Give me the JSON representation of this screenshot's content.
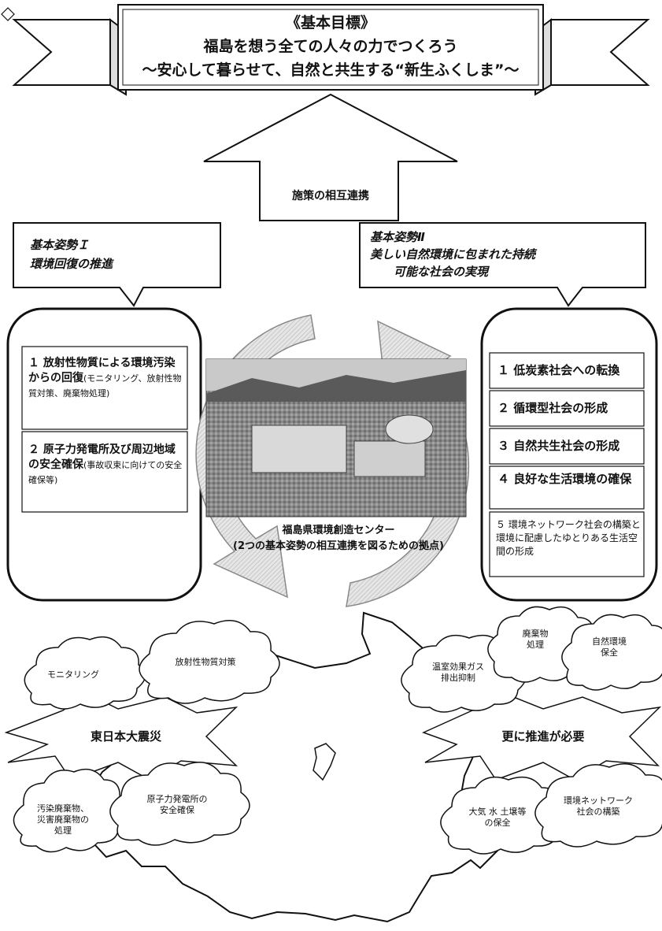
{
  "goal": {
    "heading": "《基本目標》",
    "line1": "福島を想う全ての人々の力でつくろう",
    "line2": "～安心して暮らせて、自然と共生する“新生ふくしま”～"
  },
  "cooperation_label": "施策の相互連携",
  "pillar1": {
    "title_line1": "基本姿勢Ｉ",
    "title_line2": "環境回復の推進",
    "items": [
      {
        "main": "１ 放射性物質による環境汚染からの回復",
        "sub": "(モニタリング、放射性物質対策、廃棄物処理)"
      },
      {
        "main": "２ 原子力発電所及び周辺地域の安全確保",
        "sub": "(事故収束に向けての安全確保等)"
      }
    ]
  },
  "pillar2": {
    "title_line1": "基本姿勢Ⅱ",
    "title_line2": "美しい自然環境に包まれた持続",
    "title_line3": "可能な社会の実現",
    "items": [
      {
        "text": "１ 低炭素社会への転換"
      },
      {
        "text": "２ 循環型社会の形成"
      },
      {
        "text": "３ 自然共生社会の形成"
      },
      {
        "text": "４ 良好な生活環境の確保"
      },
      {
        "text": "５ 環境ネットワーク社会の構築と環境に配慮したゆとりある生活空間の形成"
      }
    ]
  },
  "center": {
    "caption_line1": "福島県環境創造センター",
    "caption_line2": "(2つの基本姿勢の相互連携を図るための拠点)"
  },
  "map": {
    "burst_left": "東日本大震災",
    "burst_right": "更に推進が必要",
    "clouds": {
      "monitoring": "モニタリング",
      "radioactive": "放射性物質対策",
      "greenhouse_1": "温室効果ガス",
      "greenhouse_2": "排出抑制",
      "waste_1": "廃棄物",
      "waste_2": "処理",
      "nature_1": "自然環境",
      "nature_2": "保全",
      "disaster_1": "汚染廃棄物、",
      "disaster_2": "災害廃棄物の",
      "disaster_3": "処理",
      "nuclear_1": "原子力発電所の",
      "nuclear_2": "安全確保",
      "air_1": "大気 水 土壌等",
      "air_2": "の保全",
      "network_1": "環境ネットワーク",
      "network_2": "社会の構築"
    }
  }
}
